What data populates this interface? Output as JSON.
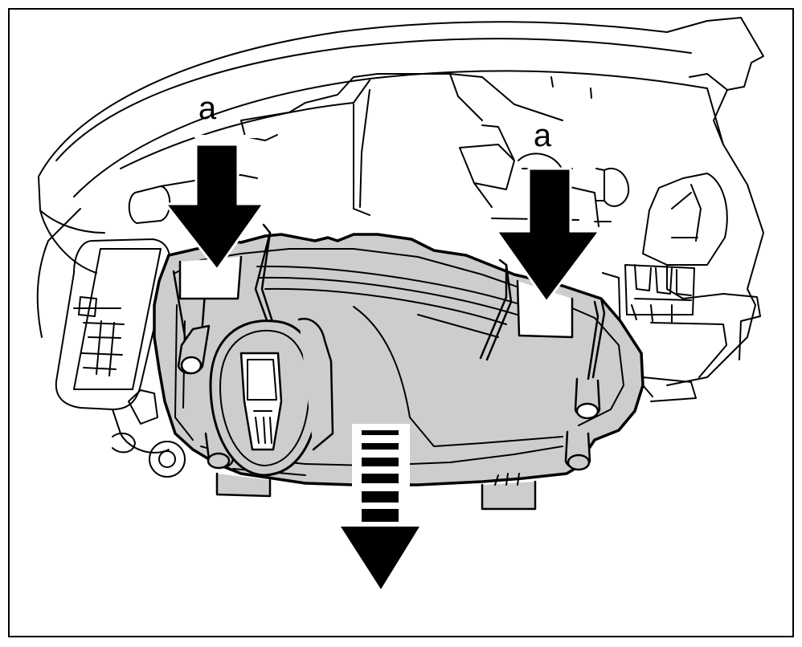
{
  "figure": {
    "description_free": true,
    "colors": {
      "line": "#000000",
      "paper": "#ffffff",
      "highlight_fill": "#cdcdcd"
    },
    "callouts": {
      "left_label": "a",
      "right_label": "a"
    },
    "icons": {
      "press_arrow": "arrow-down-solid",
      "pull_arrow": "arrow-down-dashed"
    }
  }
}
